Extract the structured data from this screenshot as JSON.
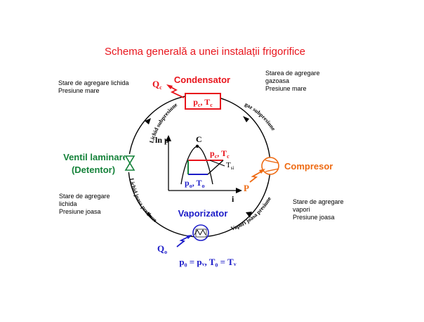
{
  "title": "Schema generală a unei instalații frigorifice",
  "colors": {
    "title": "#e8141c",
    "red": "#e8141c",
    "green": "#15823a",
    "blue": "#1c1cc8",
    "orange": "#ee6a12",
    "black": "#000000"
  },
  "components": {
    "condensator": {
      "label": "Condensator",
      "q_label": "Q",
      "q_sub": "c",
      "box_p": "p",
      "box_p_sub": "c",
      "box_sep": ", ",
      "box_t": "T",
      "box_t_sub": "c"
    },
    "ventil": {
      "line1": "Ventil laminare",
      "line2": "(Detentor)"
    },
    "compresor": {
      "label": "Compresor",
      "p_label": "P"
    },
    "vaporizator": {
      "label": "Vaporizator",
      "q_label": "Q",
      "q_sub": "o",
      "eq": "p₀ = pᵥ, T₀ = Tᵥ"
    }
  },
  "states": {
    "top_left": {
      "line1": "Stare de agregare lichida",
      "line2": "Presiune mare"
    },
    "top_right": {
      "line1": "Starea de agregare",
      "line2": "gazoasa",
      "line3": "Presiune mare"
    },
    "bottom_left": {
      "line1": "Stare de agregare",
      "line2": "lichida",
      "line3": "Presiune joasa"
    },
    "bottom_right": {
      "line1": "Stare de agregare",
      "line2": "vapori",
      "line3": "Presiune joasa"
    }
  },
  "arcs": {
    "top_left": "Lichid subpresiune",
    "top_right": "gaz subpresiune",
    "bottom_left": "Lichid joasa presiune",
    "bottom_right": "Vapori joasa presiune"
  },
  "lnp_diagram": {
    "y_axis": "ln p",
    "x_axis": "i",
    "critical": "C",
    "high": "p",
    "high_sub": "c",
    "high_t": "T",
    "high_t_sub": "c",
    "low": "p",
    "low_sub": "o",
    "low_t": "T",
    "low_t_sub": "o",
    "tsi": "T",
    "tsi_sub": "si"
  }
}
